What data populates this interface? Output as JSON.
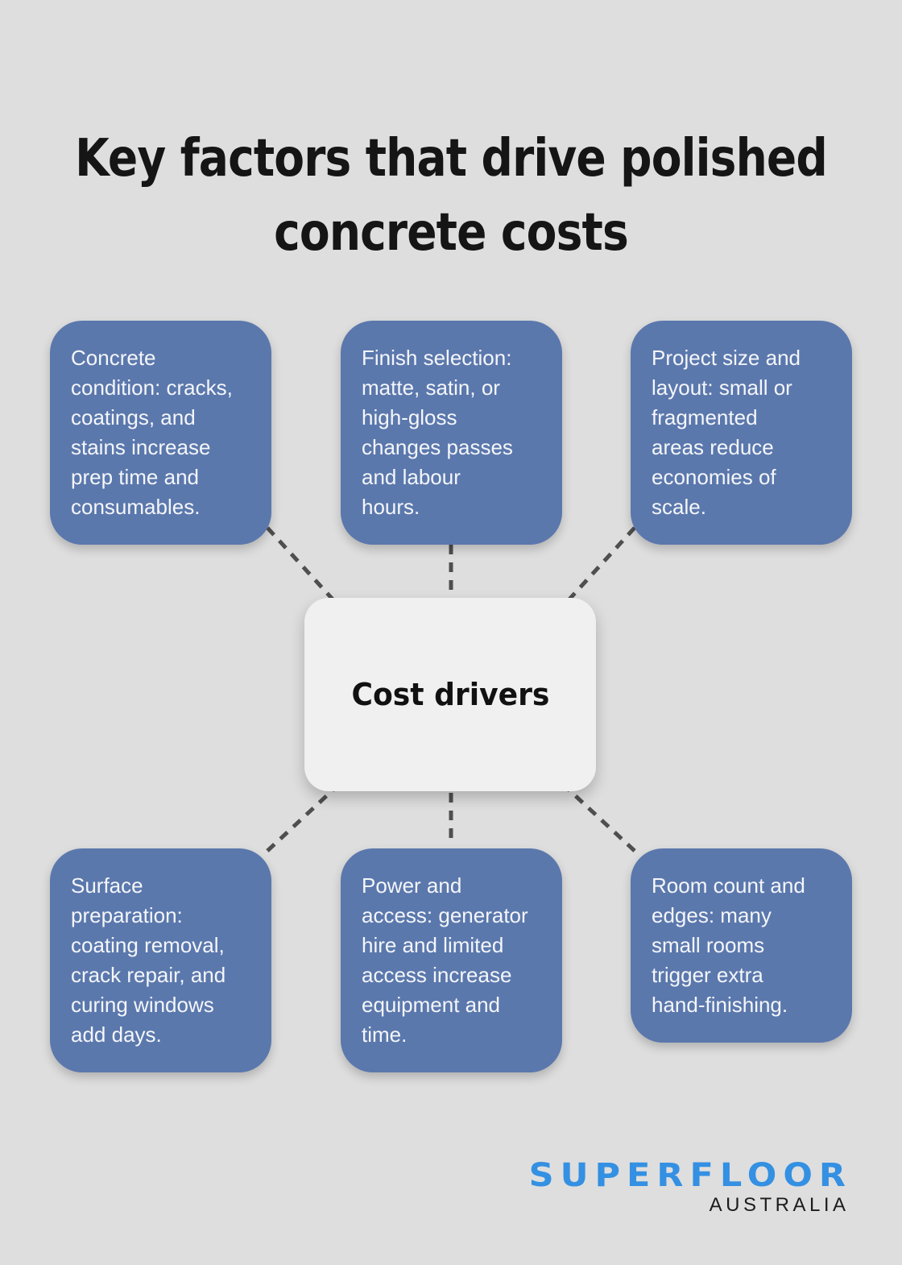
{
  "title": {
    "full": "Key factors that drive polished concrete costs",
    "lines": [
      "Key factors that drive polished",
      "concrete costs"
    ]
  },
  "center": {
    "label": "Cost drivers"
  },
  "factors": [
    "Concrete\ncondition: cracks,\ncoatings, and\nstains increase\nprep time and\nconsumables.",
    "Finish selection:\nmatte, satin, or\nhigh-gloss\nchanges passes\nand labour\nhours.",
    "Project size and\nlayout: small or\nfragmented\nareas reduce\neconomies of\nscale.",
    "Surface\npreparation:\ncoating removal,\ncrack repair, and\ncuring windows\nadd days.",
    "Power and\naccess: generator\nhire and limited\naccess increase\nequipment and\ntime.",
    "Room count and\nedges: many\nsmall rooms\ntrigger extra\nhand-finishing."
  ],
  "logo": {
    "brand": "SUPERFLOOR",
    "region": "AUSTRALIA"
  },
  "colors": {
    "background": "#dedede",
    "factor_card": "#5b78ad",
    "factor_text": "#f4f6f9",
    "center_card": "#f0f0f1",
    "center_text": "#111111",
    "connector": "#4f4f4f",
    "title_text": "#151515",
    "logo_blue": "#3490e2",
    "logo_dark": "#1c1c1c"
  }
}
